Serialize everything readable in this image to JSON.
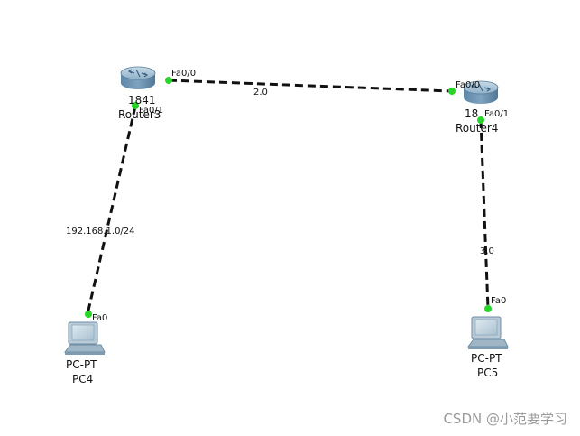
{
  "links": [
    {
      "label": "2.0",
      "from": "Router3",
      "to": "Router4",
      "from_port": "Fa0/0",
      "to_port": "Fa0/0"
    },
    {
      "label": "192.168.1.0/24",
      "from": "Router3",
      "to": "PC4",
      "from_port": "Fa0/1",
      "to_port": "Fa0"
    },
    {
      "label": "3.0",
      "from": "Router4",
      "to": "PC5",
      "from_port": "Fa0/1",
      "to_port": "Fa0"
    }
  ],
  "devices": {
    "router3": {
      "model_partial": "1841",
      "name_partial": "Router3",
      "icon": "router-icon"
    },
    "router4": {
      "model_partial": "18",
      "name": "Router4",
      "icon": "router-icon"
    },
    "pc4": {
      "model": "PC-PT",
      "name": "PC4",
      "icon": "pc-icon"
    },
    "pc5": {
      "model": "PC-PT",
      "name": "PC5",
      "icon": "pc-icon"
    }
  },
  "ports": {
    "r3_fa00": "Fa0/0",
    "r3_fa01": "Fa0/1",
    "r4_fa00": "Fa0/0",
    "r4_fa01": "Fa0/1",
    "pc4_fa0": "Fa0",
    "pc5_fa0": "Fa0"
  },
  "watermark": "CSDN @小范要学习",
  "colors": {
    "link": "#111111",
    "port_up": "#27d427",
    "router_body": "#6f95b3",
    "pc_body": "#c9d7e0"
  }
}
